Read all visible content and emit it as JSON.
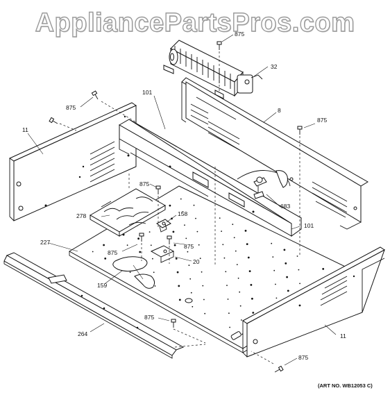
{
  "watermark": "AppliancePartsPros.com",
  "art_number": "(ART NO. WB12053 C)",
  "callouts": {
    "c875_top": "875",
    "c32": "32",
    "c101_top": "101",
    "c8": "8",
    "c875_left": "875",
    "c875_right": "875",
    "c11_left": "11",
    "c875_mid": "875",
    "c683": "683",
    "c278": "278",
    "c158": "158",
    "c101_right": "101",
    "c227": "227",
    "c875_lower": "875",
    "c875_center": "875",
    "c20": "20",
    "c159": "159",
    "c875_bottom": "875",
    "c264": "264",
    "c11_right": "11",
    "c875_br": "875"
  }
}
